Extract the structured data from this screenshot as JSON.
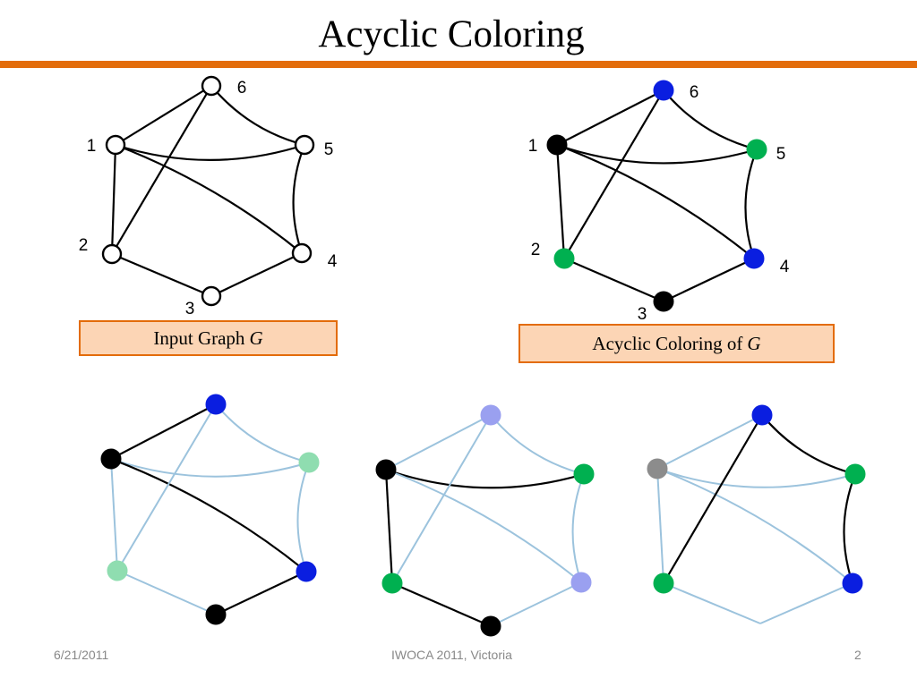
{
  "title": "Acyclic Coloring",
  "colors": {
    "accent": "#e36c0a",
    "caption_fill": "#fcd5b5",
    "black": "#000000",
    "blue": "#0a1ee0",
    "green": "#00b050",
    "light_blue": "#9aa0f0",
    "light_green": "#8fddb0",
    "gray": "#8c8c8c",
    "faded_edge": "#9cc3dd"
  },
  "graph": {
    "vertex_labels": [
      "1",
      "2",
      "3",
      "4",
      "5",
      "6"
    ],
    "edges": [
      [
        "1",
        "6"
      ],
      [
        "1",
        "5"
      ],
      [
        "1",
        "4"
      ],
      [
        "1",
        "2"
      ],
      [
        "2",
        "6"
      ],
      [
        "2",
        "3"
      ],
      [
        "3",
        "4"
      ],
      [
        "4",
        "5"
      ],
      [
        "5",
        "6"
      ]
    ]
  },
  "panels": {
    "input_graph": {
      "caption_text": "Input Graph",
      "caption_var": "G",
      "vertex_colors": {
        "1": "white",
        "2": "white",
        "3": "white",
        "4": "white",
        "5": "white",
        "6": "white"
      }
    },
    "acyclic_coloring": {
      "caption_text": "Acyclic Coloring of",
      "caption_var": "G",
      "vertex_colors": {
        "1": "black",
        "2": "green",
        "3": "black",
        "4": "blue",
        "5": "green",
        "6": "blue"
      }
    },
    "subgraphs": [
      {
        "name": "black-blue",
        "vertex_colors": {
          "1": "black",
          "2": "light_green",
          "3": "black",
          "4": "blue",
          "5": "light_green",
          "6": "blue"
        },
        "highlighted_edges": [
          [
            "1",
            "6"
          ],
          [
            "1",
            "4"
          ],
          [
            "3",
            "4"
          ]
        ]
      },
      {
        "name": "black-green",
        "vertex_colors": {
          "1": "black",
          "2": "green",
          "3": "black",
          "4": "light_blue",
          "5": "green",
          "6": "light_blue"
        },
        "highlighted_edges": [
          [
            "1",
            "5"
          ],
          [
            "1",
            "2"
          ],
          [
            "2",
            "3"
          ]
        ]
      },
      {
        "name": "blue-green",
        "vertex_colors": {
          "1": "gray",
          "2": "green",
          "3": "none",
          "4": "blue",
          "5": "green",
          "6": "blue"
        },
        "highlighted_edges": [
          [
            "2",
            "6"
          ],
          [
            "4",
            "5"
          ],
          [
            "5",
            "6"
          ]
        ]
      }
    ]
  },
  "footer": {
    "date": "6/21/2011",
    "venue": "IWOCA 2011, Victoria",
    "page": "2"
  }
}
